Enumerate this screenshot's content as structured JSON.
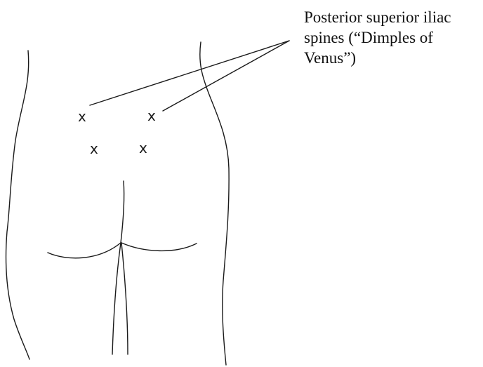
{
  "label": {
    "lines": [
      "Posterior superior iliac",
      "spines (“Dimples of",
      "Venus”)"
    ]
  },
  "marks": {
    "glyph": "x"
  }
}
